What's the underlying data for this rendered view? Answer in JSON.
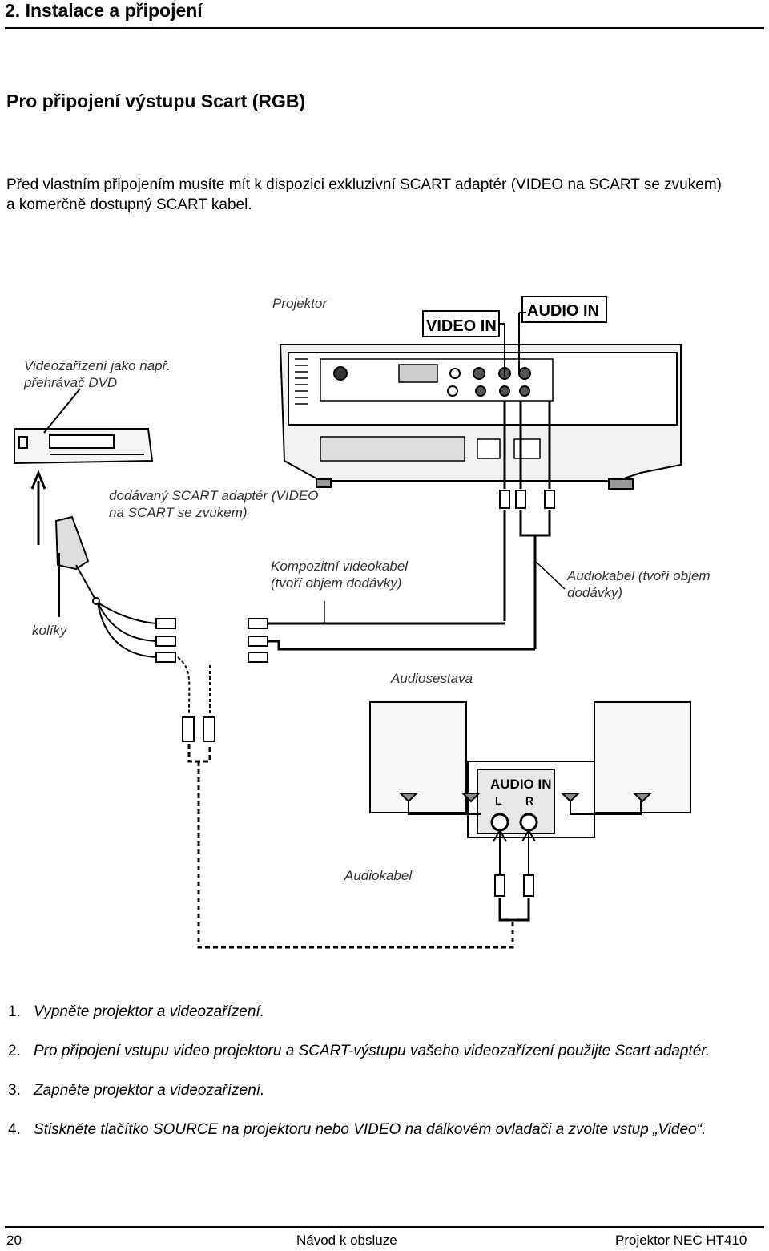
{
  "header": {
    "section": "2. Instalace a připojení"
  },
  "heading": "Pro připojení výstupu Scart (RGB)",
  "intro": "Před vlastním připojením musíte mít k dispozici exkluzivní SCART adaptér (VIDEO na SCART se zvukem) a komerčně dostupný SCART kabel.",
  "diagram": {
    "projector": "Projektor",
    "video_device": "Videozařízení jako např. přehrávač DVD",
    "scart_adapter": "dodávaný SCART adaptér (VIDEO na SCART se zvukem)",
    "composite_cable": "Kompozitní videokabel (tvoří objem dodávky)",
    "audio_cable_included": "Audiokabel (tvoří objem dodávky)",
    "pins": "kolíky",
    "audio_system": "Audiosestava",
    "audio_cable": "Audiokabel",
    "panel_video_in": "VIDEO IN",
    "panel_audio_in": "AUDIO IN",
    "stereo_audio_in": "AUDIO IN",
    "stereo_l": "L",
    "stereo_r": "R"
  },
  "steps": [
    {
      "num": "1.",
      "text": "Vypněte projektor a videozařízení."
    },
    {
      "num": "2.",
      "text": "Pro připojení vstupu video projektoru a SCART-výstupu vašeho videozařízení použijte Scart adaptér."
    },
    {
      "num": "3.",
      "text": "Zapněte projektor a videozařízení."
    },
    {
      "num": "4.",
      "text": "Stiskněte tlačítko SOURCE na projektoru nebo VIDEO na dálkovém ovladači a zvolte vstup „Video“."
    }
  ],
  "footer": {
    "page": "20",
    "center": "Návod k obsluze",
    "right": "Projektor NEC HT410"
  }
}
